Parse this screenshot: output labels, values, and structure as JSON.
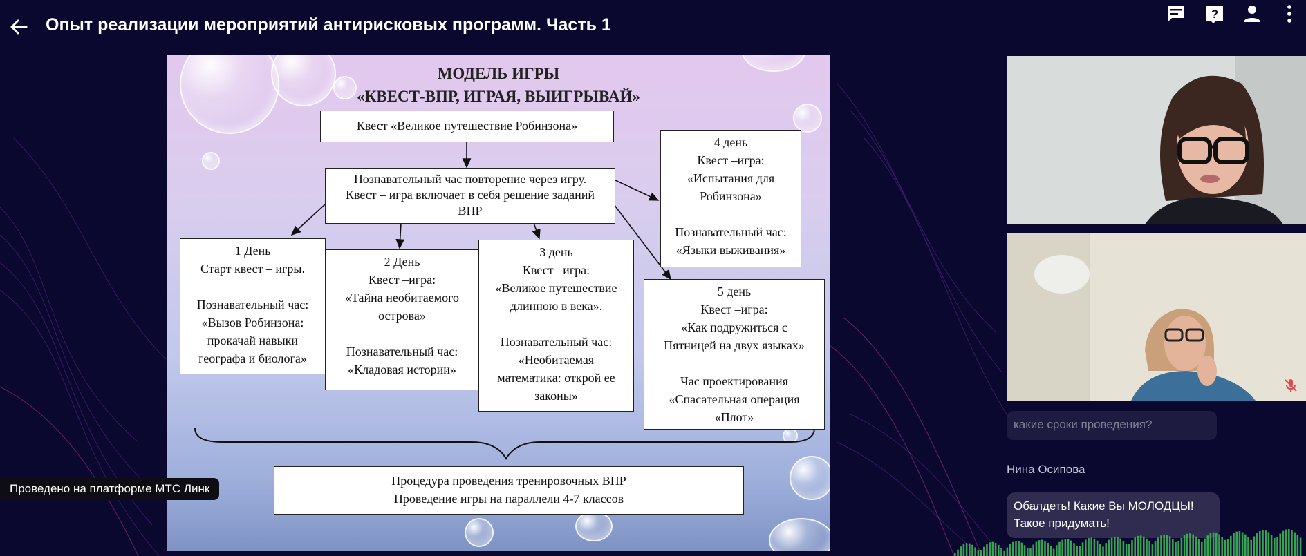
{
  "header": {
    "title": "Опыт реализации мероприятий антирисковых программ. Часть 1",
    "icons": [
      "arrow-back-icon",
      "chat-icon",
      "help-icon",
      "person-icon",
      "more-vert-icon"
    ]
  },
  "slide": {
    "title_line1": "МОДЕЛЬ ИГРЫ",
    "title_line2": "«КВЕСТ-ВПР, ИГРАЯ, ВЫИГРЫВАЙ»",
    "top_box": "Квест «Великое путешествие Робинзона»",
    "center_box": [
      "Познавательный час повторение через игру.",
      "Квест – игра включает в себя решение заданий",
      "ВПР"
    ],
    "day1": [
      "1 День",
      "Старт квест – игры.",
      "",
      "Познавательный час:",
      "«Вызов Робинзона:",
      "прокачай навыки",
      "географа и биолога»"
    ],
    "day2": [
      "2 День",
      "Квест –игра:",
      "«Тайна необитаемого",
      "острова»",
      "",
      "Познавательный час:",
      "«Кладовая истории»"
    ],
    "day3": [
      "3 день",
      "Квест –игра:",
      "«Великое путешествие",
      "длинною в века».",
      "",
      "Познавательный час:",
      "«Необитаемая",
      "математика: открой ее",
      "законы»"
    ],
    "day4": [
      "4 день",
      "Квест –игра:",
      "«Испытания для",
      "Робинзона»",
      "",
      "Познавательный час:",
      "«Языки выживания»"
    ],
    "day5": [
      "5 день",
      "Квест –игра:",
      "«Как подружиться с",
      "Пятницей на двух языках»",
      "",
      "Час проектирования",
      "«Спасательная операция",
      "«Плот»"
    ],
    "bottom_box": [
      "Процедура проведения тренировочных ВПР",
      "Проведение игры на параллели 4-7 классов"
    ]
  },
  "chat": {
    "faded_message": "какие сроки проведения?",
    "author": "Нина Осипова",
    "message_line1": "Обалдеть! Какие Вы МОЛОДЦЫ!",
    "message_line2": "Такое придумать!"
  },
  "platform_badge": "Проведено на платформе МТС Линк",
  "colors": {
    "background": "#0b0830",
    "accent_swirl": "#b0309a",
    "chat_bubble": "#302c4f",
    "mic_off": "#e04a4a"
  }
}
